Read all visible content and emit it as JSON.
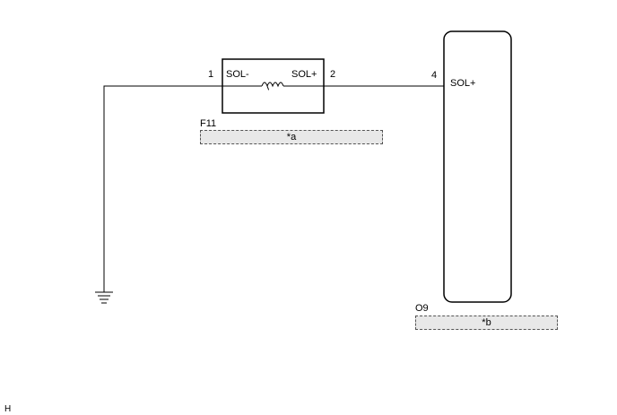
{
  "diagram": {
    "component_f11": {
      "id": "F11",
      "pin_left_number": "1",
      "pin_left_name": "SOL-",
      "pin_right_number": "2",
      "pin_right_name": "SOL+",
      "symbol": "coil",
      "label": "*a"
    },
    "component_o9": {
      "id": "O9",
      "pin_number": "4",
      "pin_name": "SOL+",
      "label": "*b"
    },
    "ground": {
      "symbol": "ground-icon"
    },
    "footer_code": "H",
    "colors": {
      "line": "#000000",
      "label_fill": "#e8e8e8"
    }
  }
}
